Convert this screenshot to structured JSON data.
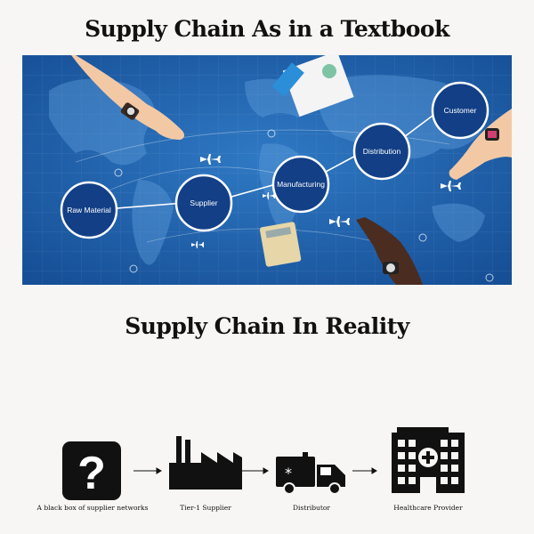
{
  "titles": {
    "textbook": "Supply Chain As in a Textbook",
    "reality": "Supply Chain In Reality"
  },
  "textbook_nodes": [
    "Raw Material",
    "Supplier",
    "Manufacturing",
    "Distribution",
    "Customer"
  ],
  "reality_chain": [
    {
      "label": "A black box of supplier networks",
      "icon": "question-box-icon"
    },
    {
      "label": "Tier-1 Supplier",
      "icon": "factory-icon"
    },
    {
      "label": "Distributor",
      "icon": "ambulance-truck-icon"
    },
    {
      "label": "Healthcare Provider",
      "icon": "hospital-icon"
    }
  ],
  "colors": {
    "map_blue": "#1f5fa8",
    "node_fill": "#123f86",
    "icon_black": "#111111"
  }
}
